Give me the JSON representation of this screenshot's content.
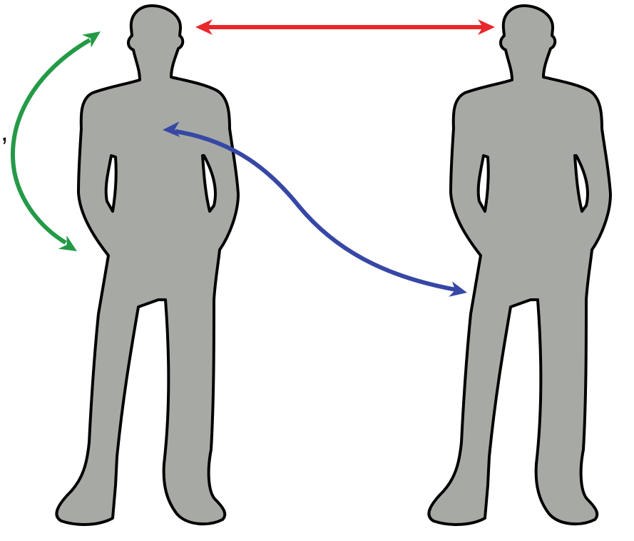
{
  "colors": {
    "figure_fill": "#a7aaa4",
    "outline": "#000000",
    "head_to_head_arrow": "#e8282a",
    "same_person_arrow": "#249a47",
    "chest_to_hip_arrow": "#3747a5"
  },
  "icons": [
    "person-silhouette",
    "double-headed-arrow"
  ],
  "figures": [
    {
      "name": "left-person"
    },
    {
      "name": "right-person"
    }
  ],
  "arrows": [
    {
      "name": "red-arrow",
      "color_key": "head_to_head_arrow"
    },
    {
      "name": "green-arrow",
      "color_key": "same_person_arrow"
    },
    {
      "name": "blue-arrow",
      "color_key": "chest_to_hip_arrow"
    }
  ],
  "edge_mark": ","
}
